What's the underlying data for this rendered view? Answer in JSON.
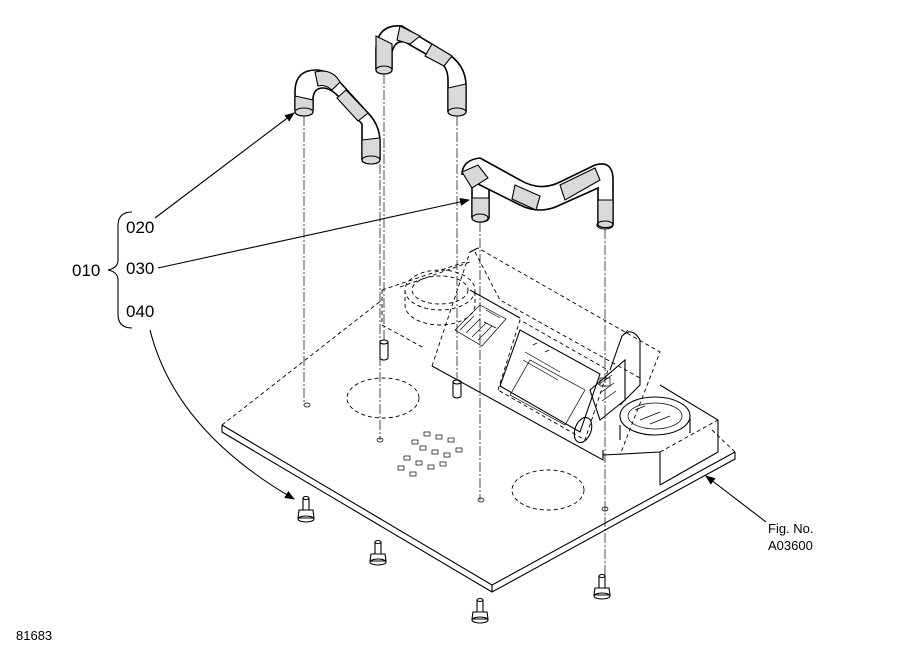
{
  "callouts": {
    "assembly": "010",
    "handle_upper": "020",
    "handle_side": "030",
    "screw": "040"
  },
  "figure": {
    "label_line1": "Fig. No.",
    "label_line2": "A03600"
  },
  "drawing_number": "81683",
  "colors": {
    "line": "#000000",
    "grip_shade": "#d9d9d9",
    "background": "#ffffff"
  }
}
